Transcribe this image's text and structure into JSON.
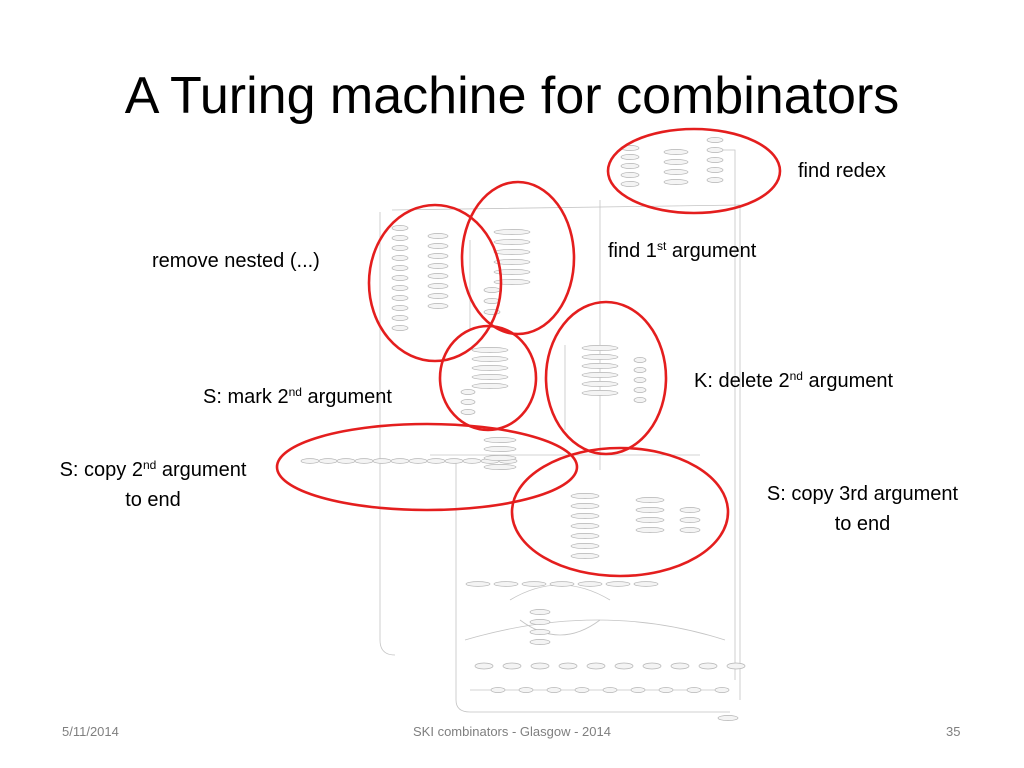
{
  "slide": {
    "title": "A Turing machine for combinators",
    "labels": {
      "find_redex": "find redex",
      "find_first_arg_pre": "find 1",
      "find_first_arg_sup": "st",
      "find_first_arg_post": " argument",
      "remove_nested": "remove nested (...)",
      "s_mark_pre": "S: mark 2",
      "s_mark_sup": "nd",
      "s_mark_post": " argument",
      "k_delete_pre": "K: delete 2",
      "k_delete_sup": "nd",
      "k_delete_post": " argument",
      "s_copy2_pre": "S: copy 2",
      "s_copy2_sup": "nd",
      "s_copy2_post": " argument",
      "s_copy2_line2": "to end",
      "s_copy3_line1": "S: copy 3rd argument",
      "s_copy3_line2": "to end"
    },
    "footer": {
      "date": "5/11/2014",
      "center": "SKI combinators - Glasgow - 2014",
      "page": "35"
    }
  },
  "colors": {
    "highlight": "#e41e1e",
    "graph": "#b4b4b4",
    "footer_text": "#7f7f7f"
  }
}
